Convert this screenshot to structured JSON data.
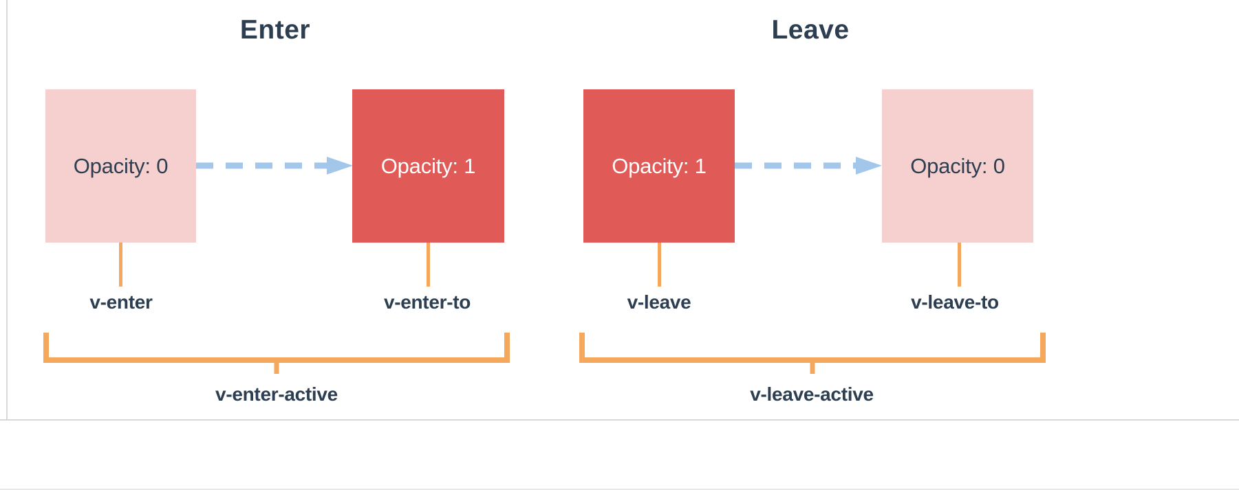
{
  "diagram": {
    "title_enter": "Enter",
    "title_leave": "Leave",
    "colors": {
      "pale_box": "#F6CFCF",
      "solid_box": "#E05B57",
      "arrow": "#A3C7EA",
      "bracket": "#F5A85C",
      "text_dark": "#2C3E50",
      "text_light": "#FFFFFF",
      "background": "#FFFFFF"
    },
    "sections": [
      {
        "name": "enter",
        "title": "Enter",
        "boxes": [
          {
            "text": "Opacity: 0",
            "style": "pale",
            "label": "v-enter"
          },
          {
            "text": "Opacity: 1",
            "style": "solid",
            "label": "v-enter-to"
          }
        ],
        "arrow": "dashed-arrow-right",
        "bracket_label": "v-enter-active"
      },
      {
        "name": "leave",
        "title": "Leave",
        "boxes": [
          {
            "text": "Opacity: 1",
            "style": "solid",
            "label": "v-leave"
          },
          {
            "text": "Opacity: 0",
            "style": "pale",
            "label": "v-leave-to"
          }
        ],
        "arrow": "dashed-arrow-right",
        "bracket_label": "v-leave-active"
      }
    ]
  }
}
